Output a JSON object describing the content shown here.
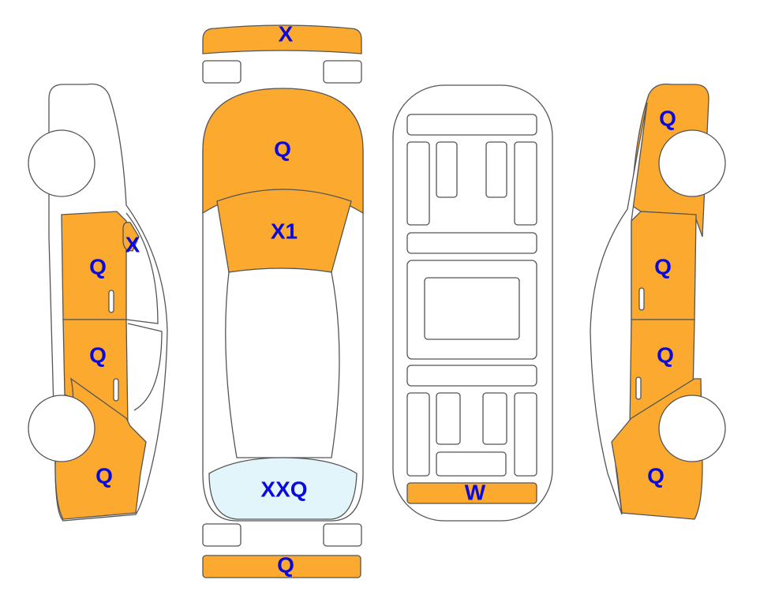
{
  "colors": {
    "damaged": "#FBA92F",
    "glass_damaged": "#E2F5FB",
    "label": "#0A0ADC",
    "outline": "#555555"
  },
  "labels": {
    "front_bumper": "X",
    "hood": "Q",
    "windshield": "X1",
    "rear_window": "XXQ",
    "rear_bumper": "Q",
    "underbody_rear": "W",
    "left_mirror": "X",
    "left_front_door": "Q",
    "left_rear_door": "Q",
    "left_rear_quarter": "Q",
    "right_front_fender": "Q",
    "right_front_door": "Q",
    "right_rear_door": "Q",
    "right_rear_quarter": "Q"
  }
}
